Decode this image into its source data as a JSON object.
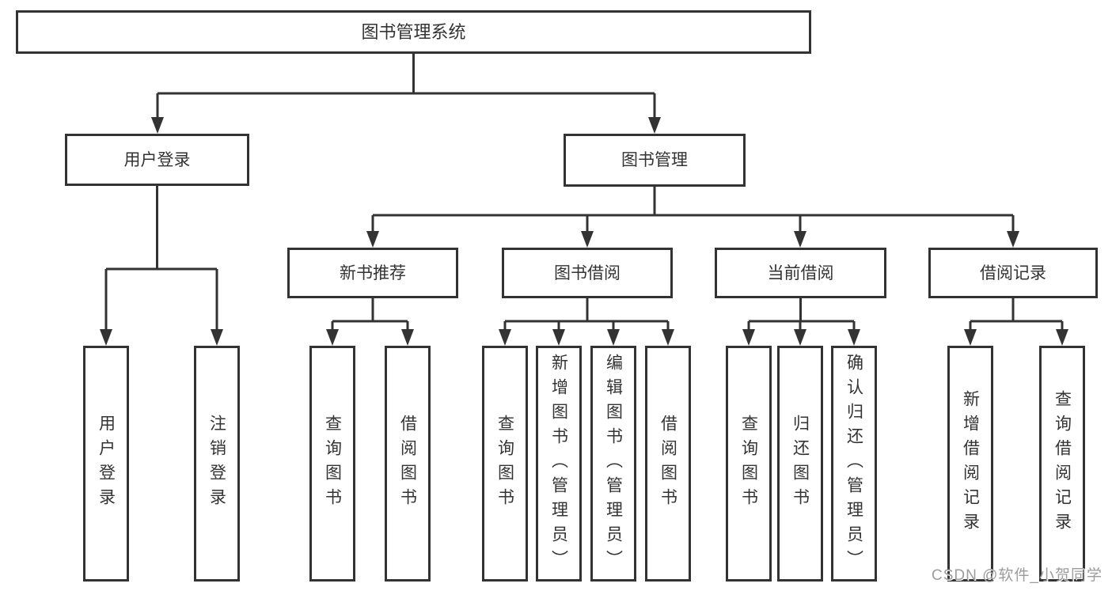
{
  "diagram": {
    "root": "图书管理系统",
    "login": {
      "label": "用户登录",
      "children": [
        "用户登录",
        "注销登录"
      ]
    },
    "manage": {
      "label": "图书管理",
      "sections": [
        {
          "label": "新书推荐",
          "children": [
            "查询图书",
            "借阅图书"
          ]
        },
        {
          "label": "图书借阅",
          "children": [
            "查询图书",
            "新增图书（管理员）",
            "编辑图书（管理员）",
            "借阅图书"
          ]
        },
        {
          "label": "当前借阅",
          "children": [
            "查询图书",
            "归还图书",
            "确认归还（管理员）"
          ]
        },
        {
          "label": "借阅记录",
          "children": [
            "新增借阅记录",
            "查询借阅记录"
          ]
        }
      ]
    }
  },
  "watermark": "CSDN @软件_小贺同学",
  "colors": {
    "line": "#333333",
    "box_border": "#333333",
    "text": "#333333",
    "watermark_text": "#9c9c9c",
    "background": "#ffffff"
  }
}
